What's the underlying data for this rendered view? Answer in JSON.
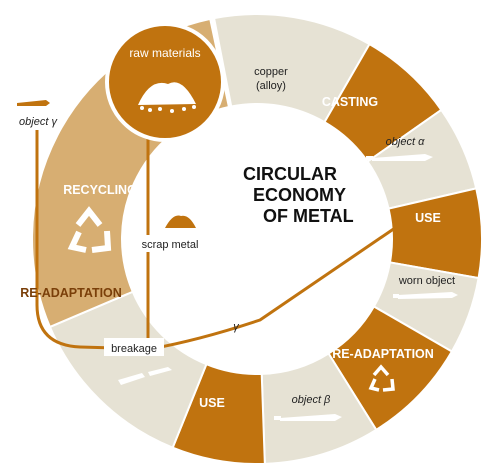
{
  "diagram": {
    "title_lines": [
      "CIRCULAR",
      "ECONOMY",
      "OF METAL"
    ],
    "raw_materials": "raw materials",
    "copper_lines": [
      "copper",
      "(alloy)"
    ],
    "casting": "CASTING",
    "object_alpha": "object α",
    "use_right": "USE",
    "worn_object": "worn object",
    "re_adaptation_right": "RE-ADAPTATION",
    "object_beta": "object β",
    "use_bottom": "USE",
    "breakage": "breakage",
    "recycling": "RECYCLING",
    "scrap_metal": "scrap metal",
    "re_adaptation_left": "RE-ADAPTATION",
    "object_gamma": "object γ",
    "gamma_symbol": "γ",
    "colors": {
      "brown": "#c0730f",
      "tan": "#d7ae72",
      "ring_grey": "#e6e2d4",
      "divider": "#ffffff"
    },
    "icons": [
      "recycle-icon",
      "metal-pile-icon",
      "scrap-pile-icon",
      "object-alpha-icon",
      "object-beta-icon",
      "broken-object-icon",
      "object-gamma-icon"
    ]
  }
}
